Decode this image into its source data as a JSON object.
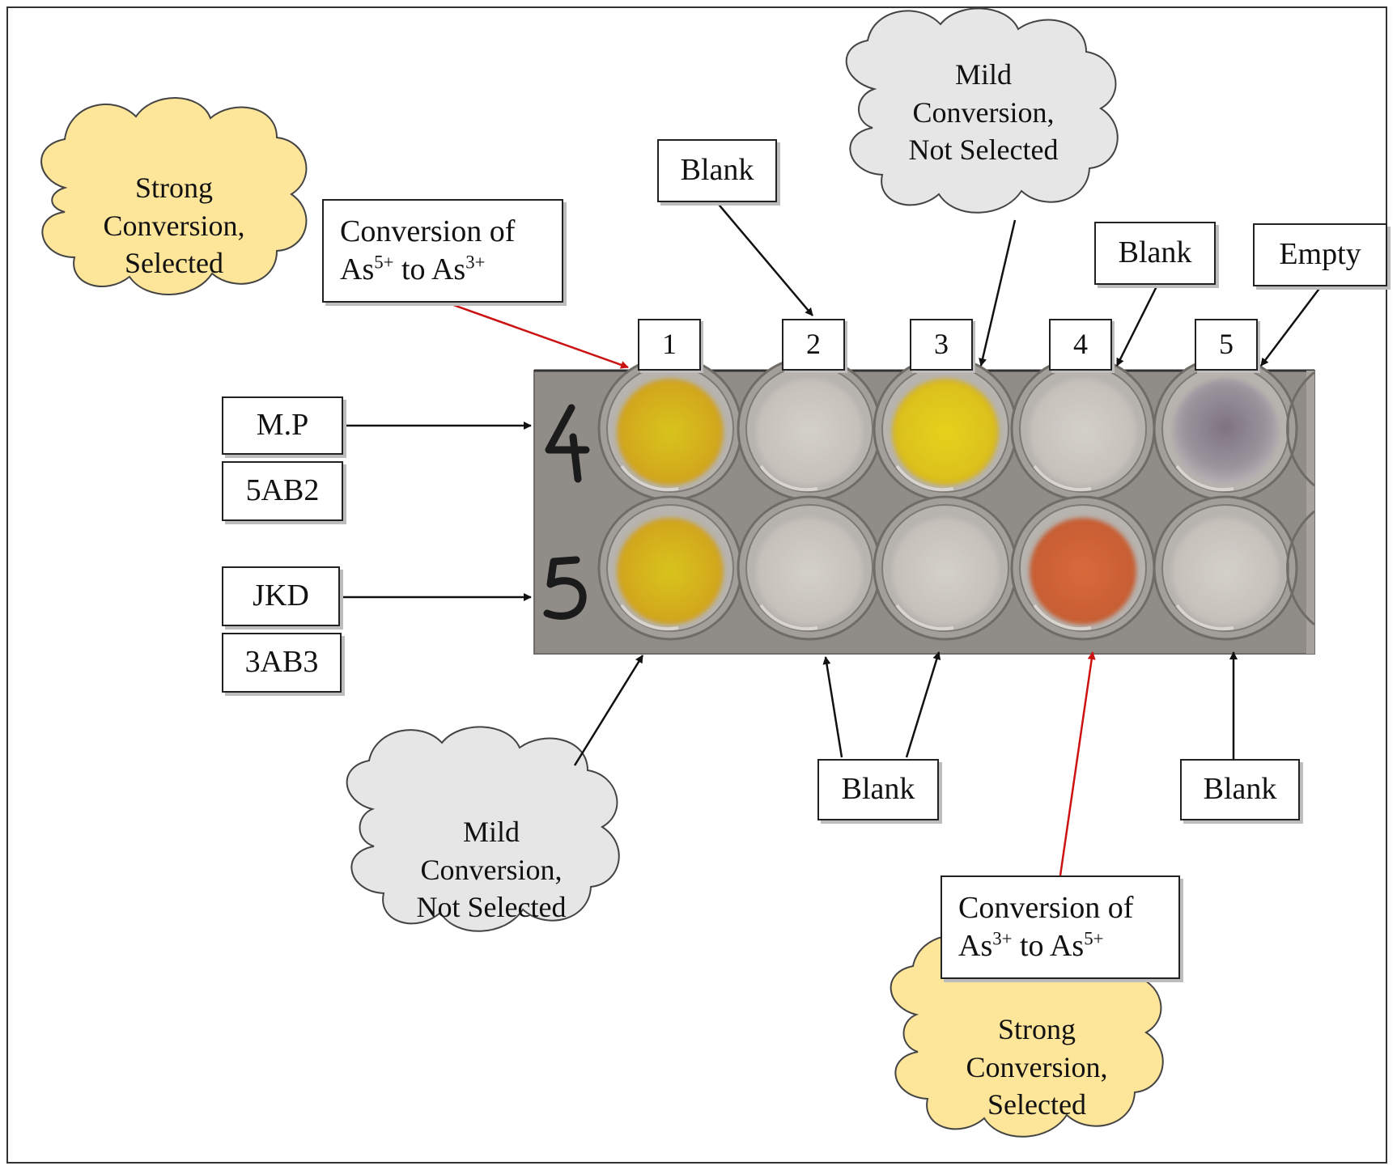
{
  "clouds": {
    "top_left": [
      "Strong",
      "Conversion,",
      "Selected"
    ],
    "top_center": [
      "Mild",
      "Conversion,",
      "Not Selected"
    ],
    "bottom_left": [
      "Mild",
      "Conversion,",
      "Not Selected"
    ],
    "bottom_right": [
      "Strong",
      "Conversion,",
      "Selected"
    ]
  },
  "labels": {
    "conversion_top": {
      "line1": "Conversion of",
      "from_base": "As",
      "from_sup": "5+",
      "to_word": " to ",
      "to_base": "As",
      "to_sup": "3+"
    },
    "conversion_bottom": {
      "line1": "Conversion of",
      "from_base": "As",
      "from_sup": "3+",
      "to_word": " to ",
      "to_base": "As",
      "to_sup": "5+"
    },
    "blank_top_col2": "Blank",
    "blank_top_col4": "Blank",
    "empty_top_col5": "Empty",
    "blank_bottom_col2_3": "Blank",
    "blank_bottom_col5": "Blank"
  },
  "columns": [
    "1",
    "2",
    "3",
    "4",
    "5"
  ],
  "rows": [
    {
      "marker": "4",
      "sample": "M.P",
      "strain": "5AB2"
    },
    {
      "marker": "5",
      "sample": "JKD",
      "strain": "3AB3"
    }
  ],
  "colors": {
    "cloud_yellow": "#fde59a",
    "cloud_grey": "#e6e6e6",
    "plate": "#908c88",
    "well_yellow_strong": "#d9b21c",
    "well_yellow_bright": "#e5cc1c",
    "well_orange": "#d16a3a",
    "well_blank": "#cfcbc6",
    "well_empty": "#8e8590",
    "arrow_red": "#cc1111",
    "arrow_black": "#111111"
  }
}
